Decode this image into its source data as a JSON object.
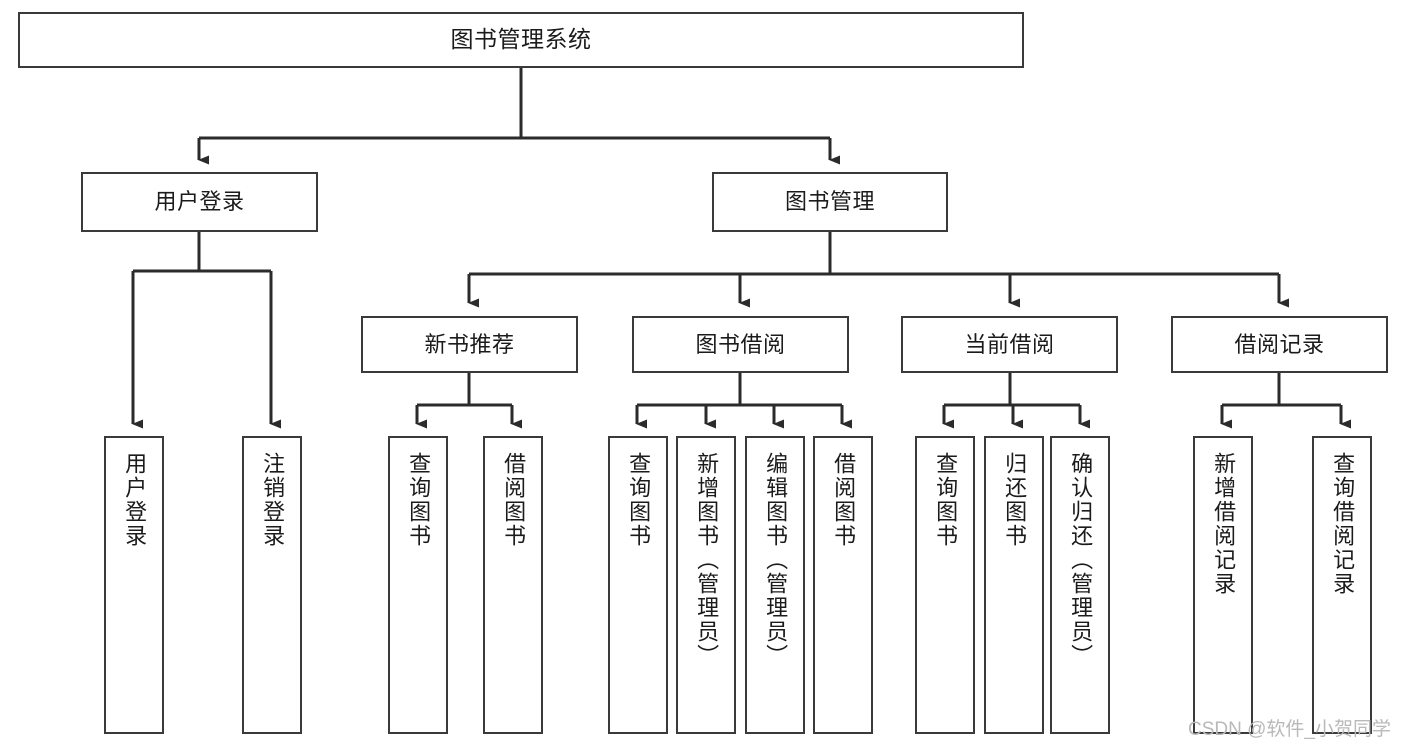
{
  "diagram": {
    "type": "hierarchy-flowchart",
    "title": "图书管理系统",
    "watermark": "CSDN @软件_小贺同学",
    "colors": {
      "box_border": "#3a3a3a",
      "box_fill": "#ffffff",
      "connector": "#2b2b2b",
      "text": "#1b1b1b",
      "watermark": "#b9b9b9",
      "background": "#ffffff"
    },
    "levels": {
      "level1": [
        {
          "id": "root",
          "label": "图书管理系统",
          "orientation": "horizontal"
        }
      ],
      "level2": [
        {
          "id": "user-login",
          "label": "用户登录",
          "orientation": "horizontal"
        },
        {
          "id": "book-manage",
          "label": "图书管理",
          "orientation": "horizontal"
        }
      ],
      "level3": [
        {
          "id": "new-book-rec",
          "label": "新书推荐",
          "orientation": "horizontal"
        },
        {
          "id": "book-borrow",
          "label": "图书借阅",
          "orientation": "horizontal"
        },
        {
          "id": "current-borrow",
          "label": "当前借阅",
          "orientation": "horizontal"
        },
        {
          "id": "borrow-record",
          "label": "借阅记录",
          "orientation": "horizontal"
        }
      ],
      "level4": [
        {
          "id": "leaf-user-login",
          "label": "用户登录",
          "orientation": "vertical",
          "parent": "user-login"
        },
        {
          "id": "leaf-logout",
          "label": "注销登录",
          "orientation": "vertical",
          "parent": "user-login"
        },
        {
          "id": "leaf-query-book-1",
          "label": "查询图书",
          "orientation": "vertical",
          "parent": "new-book-rec"
        },
        {
          "id": "leaf-borrow-book-1",
          "label": "借阅图书",
          "orientation": "vertical",
          "parent": "new-book-rec"
        },
        {
          "id": "leaf-query-book-2",
          "label": "查询图书",
          "orientation": "vertical",
          "parent": "book-borrow"
        },
        {
          "id": "leaf-add-book",
          "label": "新增图书（管理员）",
          "orientation": "vertical",
          "parent": "book-borrow"
        },
        {
          "id": "leaf-edit-book",
          "label": "编辑图书（管理员）",
          "orientation": "vertical",
          "parent": "book-borrow"
        },
        {
          "id": "leaf-borrow-book-2",
          "label": "借阅图书",
          "orientation": "vertical",
          "parent": "book-borrow"
        },
        {
          "id": "leaf-query-book-3",
          "label": "查询图书",
          "orientation": "vertical",
          "parent": "current-borrow"
        },
        {
          "id": "leaf-return-book",
          "label": "归还图书",
          "orientation": "vertical",
          "parent": "current-borrow"
        },
        {
          "id": "leaf-confirm-return",
          "label": "确认归还（管理员）",
          "orientation": "vertical",
          "parent": "current-borrow"
        },
        {
          "id": "leaf-add-record",
          "label": "新增借阅记录",
          "orientation": "vertical",
          "parent": "borrow-record"
        },
        {
          "id": "leaf-query-record",
          "label": "查询借阅记录",
          "orientation": "vertical",
          "parent": "borrow-record"
        }
      ]
    }
  }
}
